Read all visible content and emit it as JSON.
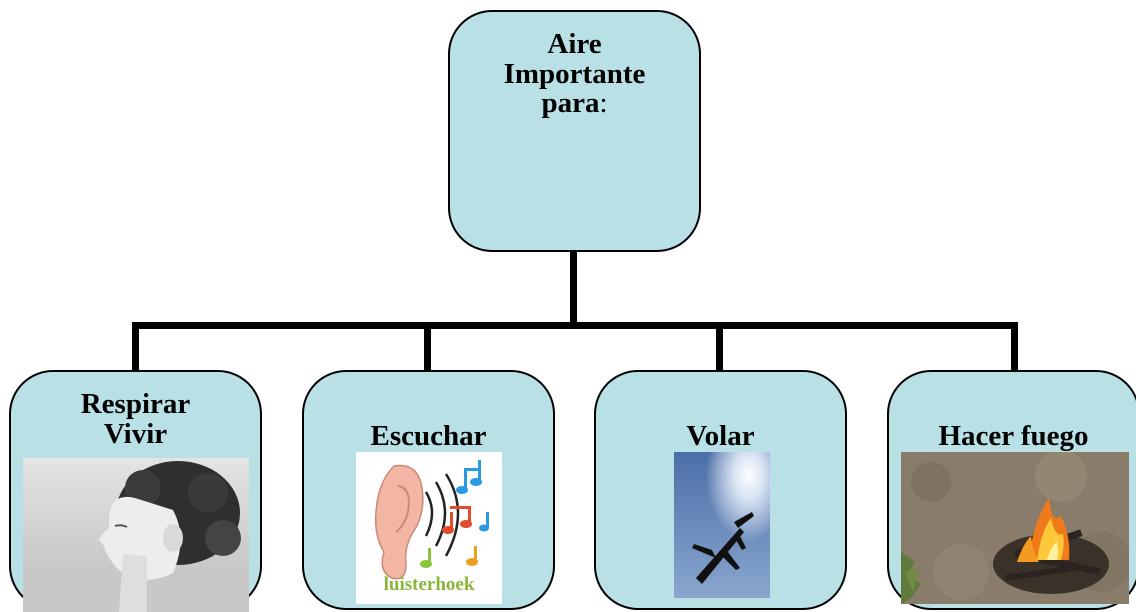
{
  "root": {
    "lines": [
      "Aire",
      "Importante",
      "para"
    ],
    "suffix": ":"
  },
  "children": [
    {
      "lines": [
        "Respirar",
        "Vivir"
      ],
      "image": "child-face-photo"
    },
    {
      "lines": [
        "Escuchar"
      ],
      "image": "ear-music-clipart",
      "image_caption": "luisterhoek"
    },
    {
      "lines": [
        "Volar"
      ],
      "image": "airplane-sky-photo"
    },
    {
      "lines": [
        "Hacer fuego"
      ],
      "image": "campfire-photo"
    }
  ],
  "colors": {
    "box_fill": "#b9e0e4",
    "stroke": "#000000",
    "caption_green": "#8ab43a"
  }
}
